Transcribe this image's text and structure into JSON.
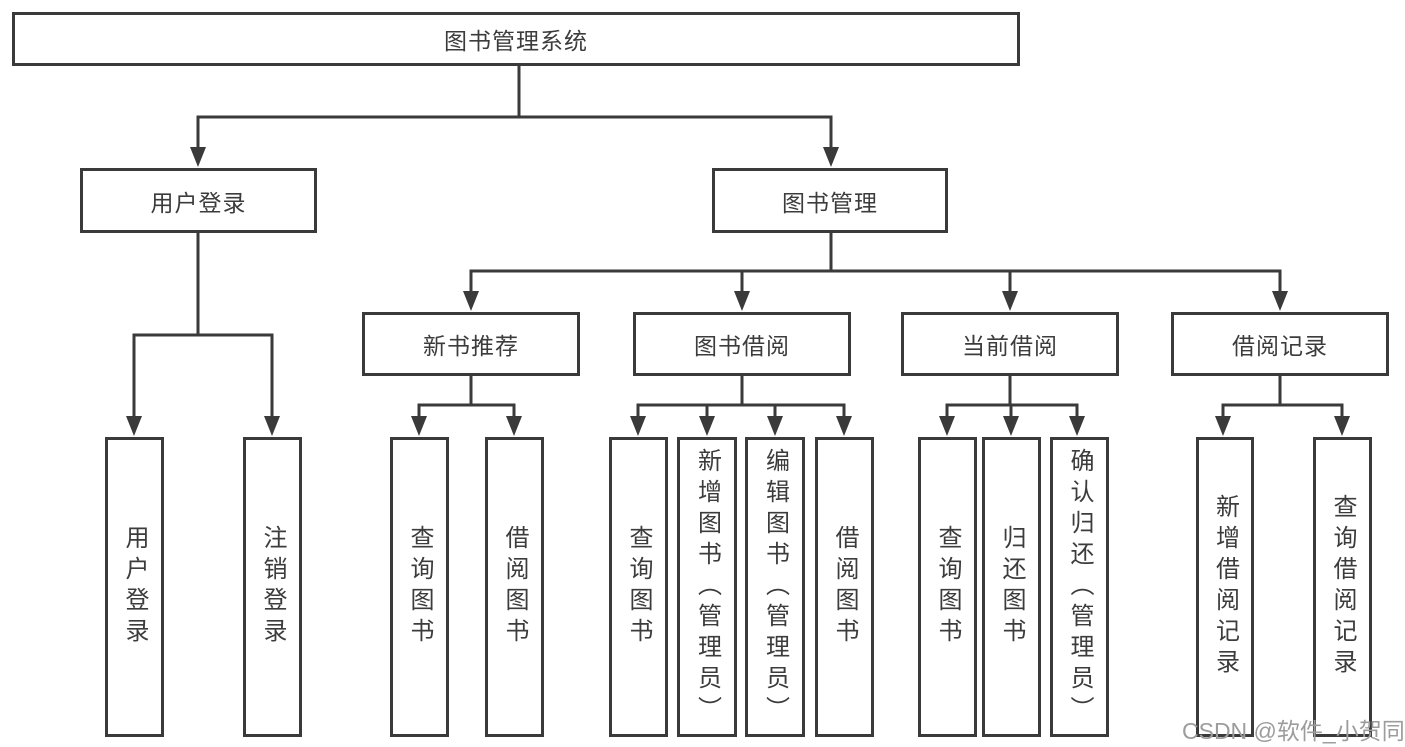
{
  "diagram": {
    "root": {
      "label": "图书管理系统"
    },
    "branches": [
      {
        "label": "用户登录",
        "children": [
          {
            "label": "用户登录"
          },
          {
            "label": "注销登录"
          }
        ]
      },
      {
        "label": "图书管理",
        "children": [
          {
            "label": "新书推荐",
            "children": [
              {
                "label": "查询图书"
              },
              {
                "label": "借阅图书"
              }
            ]
          },
          {
            "label": "图书借阅",
            "children": [
              {
                "label": "查询图书"
              },
              {
                "label": "新增图书（管理员）"
              },
              {
                "label": "编辑图书（管理员）"
              },
              {
                "label": "借阅图书"
              }
            ]
          },
          {
            "label": "当前借阅",
            "children": [
              {
                "label": "查询图书"
              },
              {
                "label": "归还图书"
              },
              {
                "label": "确认归还（管理员）"
              }
            ]
          },
          {
            "label": "借阅记录",
            "children": [
              {
                "label": "新增借阅记录"
              },
              {
                "label": "查询借阅记录"
              }
            ]
          }
        ]
      }
    ]
  },
  "watermark": {
    "text": "CSDN @软件_小贺同学"
  },
  "colors": {
    "line": "#3a3a3a",
    "text": "#3c3c3c",
    "watermark": "#9c9c9c",
    "background": "#ffffff"
  }
}
